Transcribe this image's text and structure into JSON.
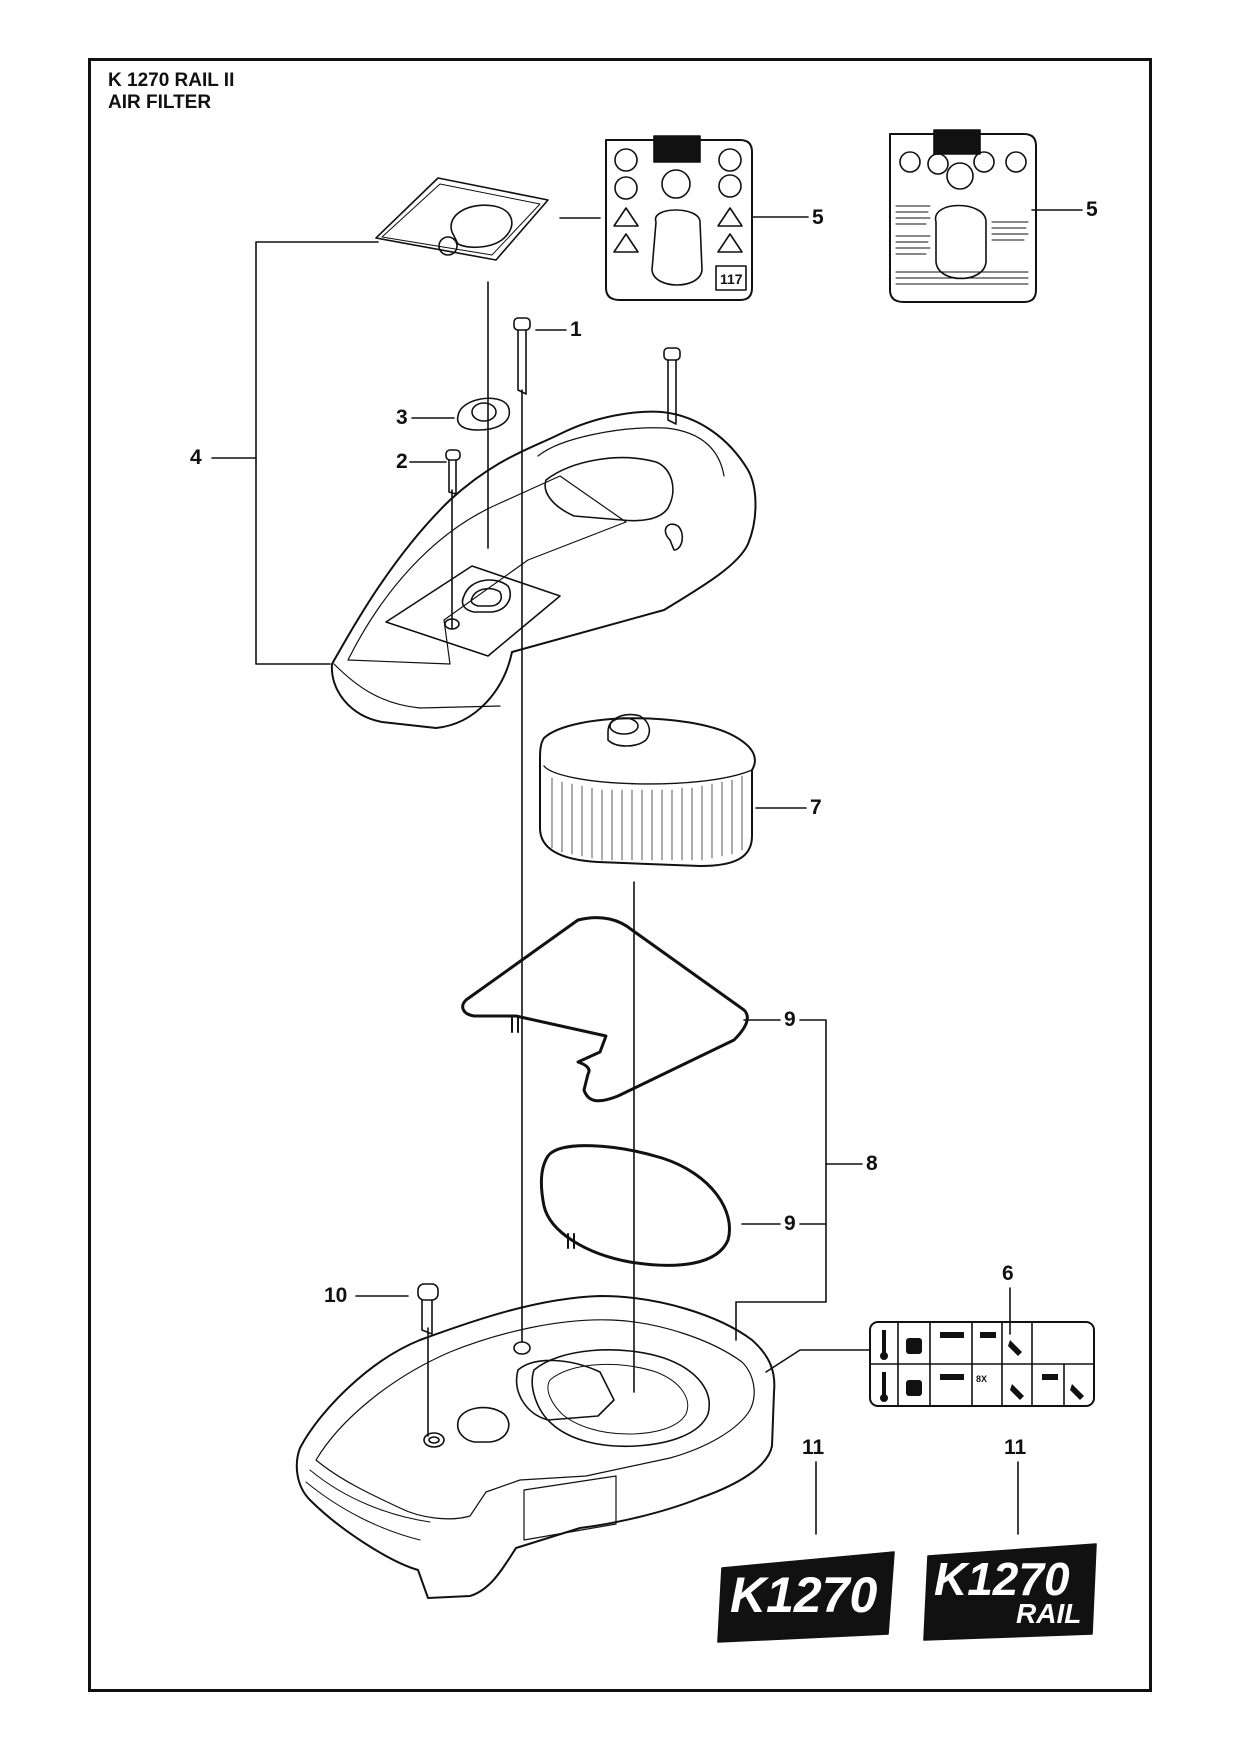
{
  "title": {
    "model": "K 1270 RAIL II",
    "section": "AIR FILTER"
  },
  "callouts": {
    "c1": "1",
    "c2": "2",
    "c3": "3",
    "c4": "4",
    "c5a": "5",
    "c5b": "5",
    "c6": "6",
    "c7": "7",
    "c8": "8",
    "c9a": "9",
    "c9b": "9",
    "c10": "10",
    "c11a": "11",
    "c11b": "11"
  },
  "decals": {
    "k1270": "K1270",
    "k1270_rail_top": "K1270",
    "k1270_rail_bottom": "RAIL",
    "sound_level": "117"
  },
  "instruction_label": {
    "repeat_mark": "8X"
  }
}
